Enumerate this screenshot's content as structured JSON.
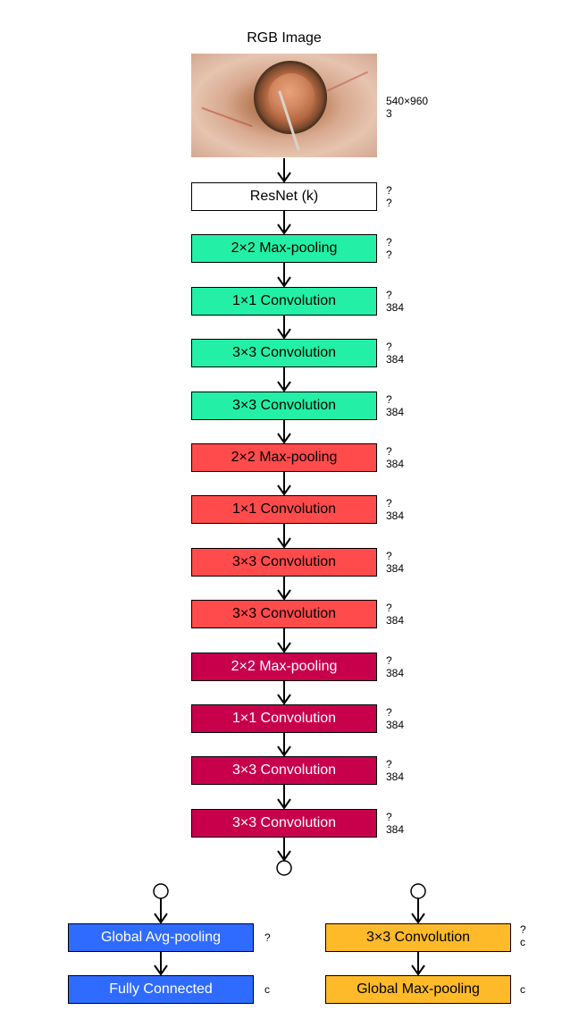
{
  "title": "RGB Image",
  "input_dims": [
    "540×960",
    "3"
  ],
  "colors": {
    "white": "#ffffff",
    "green": "#23f0a6",
    "red": "#ff4b4b",
    "crimson": "#c8004c",
    "blue": "#2f6bff",
    "orange": "#ffba29"
  },
  "layers": [
    {
      "label": "ResNet (k)",
      "color": "white",
      "dims": [
        "?",
        "?"
      ]
    },
    {
      "label": "2×2 Max-pooling",
      "color": "green",
      "dims": [
        "?",
        "?"
      ]
    },
    {
      "label": "1×1 Convolution",
      "color": "green",
      "dims": [
        "?",
        "384"
      ]
    },
    {
      "label": "3×3 Convolution",
      "color": "green",
      "dims": [
        "?",
        "384"
      ]
    },
    {
      "label": "3×3 Convolution",
      "color": "green",
      "dims": [
        "?",
        "384"
      ]
    },
    {
      "label": "2×2 Max-pooling",
      "color": "red",
      "dims": [
        "?",
        "384"
      ]
    },
    {
      "label": "1×1 Convolution",
      "color": "red",
      "dims": [
        "?",
        "384"
      ]
    },
    {
      "label": "3×3 Convolution",
      "color": "red",
      "dims": [
        "?",
        "384"
      ]
    },
    {
      "label": "3×3 Convolution",
      "color": "red",
      "dims": [
        "?",
        "384"
      ]
    },
    {
      "label": "2×2 Max-pooling",
      "color": "crimson",
      "dims": [
        "?",
        "384"
      ]
    },
    {
      "label": "1×1 Convolution",
      "color": "crimson",
      "dims": [
        "?",
        "384"
      ]
    },
    {
      "label": "3×3 Convolution",
      "color": "crimson",
      "dims": [
        "?",
        "384"
      ]
    },
    {
      "label": "3×3 Convolution",
      "color": "crimson",
      "dims": [
        "?",
        "384"
      ]
    }
  ],
  "heads": {
    "left": [
      {
        "label": "Global Avg-pooling",
        "color": "blue",
        "dims": [
          "?"
        ]
      },
      {
        "label": "Fully Connected",
        "color": "blue",
        "dims": [
          "c"
        ]
      }
    ],
    "right": [
      {
        "label": "3×3 Convolution",
        "color": "orange",
        "dims": [
          "?",
          "c"
        ]
      },
      {
        "label": "Global Max-pooling",
        "color": "orange",
        "dims": [
          "c"
        ]
      }
    ]
  }
}
